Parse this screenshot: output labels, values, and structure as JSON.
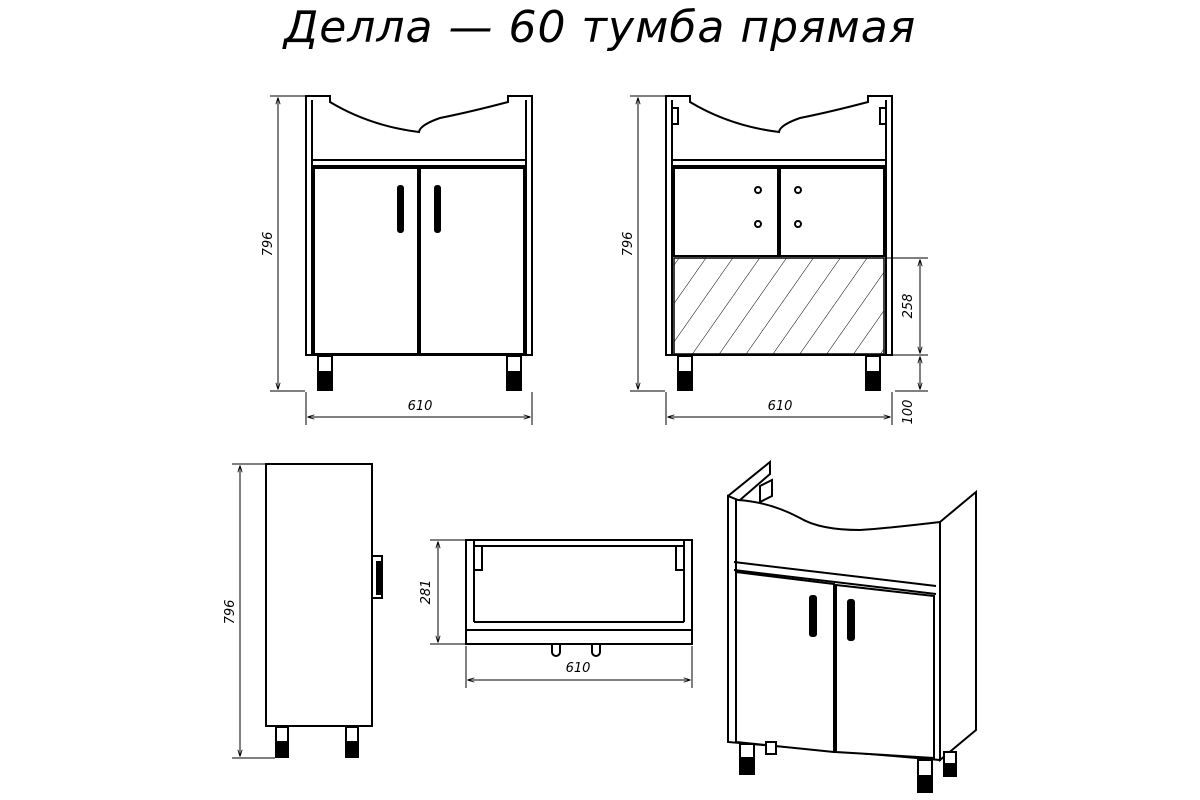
{
  "title": "Делла — 60 тумба прямая",
  "dimensions": {
    "front_height": "796",
    "front_width": "610",
    "back_height": "796",
    "back_width": "610",
    "back_panel_height": "258",
    "leg_height": "100",
    "side_height": "796",
    "top_depth": "281",
    "top_width": "610"
  },
  "colors": {
    "line": "#000000",
    "background": "#ffffff"
  }
}
